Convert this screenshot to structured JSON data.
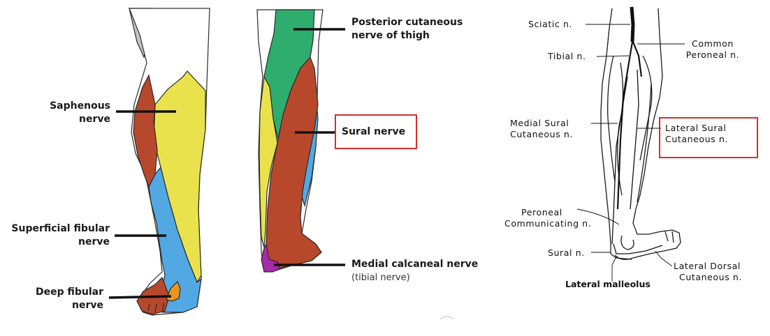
{
  "left_diagram": {
    "labels": {
      "saphenous": [
        "Saphenous",
        "nerve"
      ],
      "superficial_fibular": [
        "Superficial fibular",
        "nerve"
      ],
      "deep_fibular": [
        "Deep fibular",
        "nerve"
      ],
      "posterior_cutaneous": [
        "Posterior cutaneous",
        "nerve of thigh"
      ],
      "sural": "Sural nerve",
      "medial_calcaneal": "Medial calcaneal nerve",
      "medial_calcaneal_sub": "(tibial nerve)"
    },
    "colors": {
      "saphenous": "#e9e24d",
      "superficial_fibular": "#52a8e3",
      "deep_fibular": "#e7961f",
      "posterior_cutaneous": "#2fad6e",
      "sural": "#b8482b",
      "medial_calcaneal": "#a62ca6",
      "thigh": "#c4c4c4",
      "highlight": "#d32f2f"
    }
  },
  "right_diagram": {
    "labels": {
      "sciatic": "Sciatic n.",
      "tibial": "Tibial n.",
      "common_peroneal": [
        "Common",
        "Peroneal n."
      ],
      "medial_sural": [
        "Medial Sural",
        "Cutaneous n."
      ],
      "lateral_sural": [
        "Lateral Sural",
        "Cutaneous n."
      ],
      "peroneal_communicating": [
        "Peroneal",
        "Communicating n."
      ],
      "sural": "Sural n.",
      "lateral_malleolus": "Lateral malleolus",
      "lateral_dorsal": [
        "Lateral Dorsal",
        "Cutaneous n."
      ]
    }
  }
}
